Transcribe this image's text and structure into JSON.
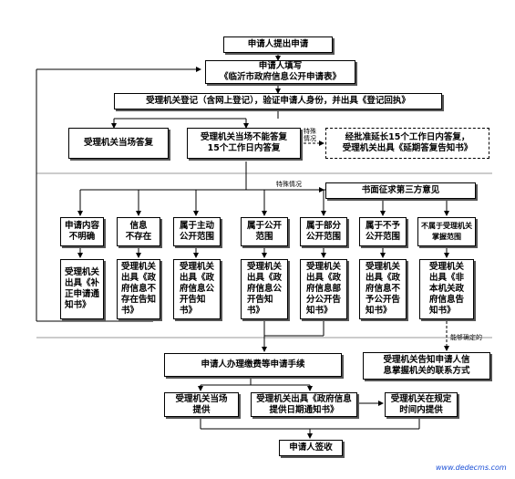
{
  "nodes": {
    "apply": "申请人提出申请",
    "fill": "申请人填写\n《临沂市政府信息公开申请表》",
    "register": "受理机关登记（含网上登记），验证申请人身份，并出具《登记回执》",
    "onsite": "受理机关当场答复",
    "cannot": "受理机关当场不能答复\n15个工作日内答复",
    "extend": "经批准延长15个工作日内答复，\n受理机关出具《延期答复告知书》",
    "third": "书面征求第三方意见",
    "c1": "申请内容\n不明确",
    "c2": "信息\n不存在",
    "c3": "属于主动\n公开范围",
    "c4": "属于公开\n范围",
    "c5": "属于部分\n公开范围",
    "c6": "属于不予\n公开范围",
    "c7": "不属于受理机关\n掌握范围",
    "d1": "受理机关\n出具《补\n正申请通\n知书》",
    "d2": "受理机关\n出具《政\n府信息不\n存在告知\n书》",
    "d3": "受理机关\n出具《政\n府信息公\n开告知\n书》",
    "d4": "受理机关\n出具《政\n府信息公\n开告知\n书》",
    "d5": "受理机关\n出具《政\n府信息部\n分公开告\n知书》",
    "d6": "受理机关\n出具《政\n府信息不\n予公开告\n知书》",
    "d7": "受理机关\n出具《非\n本机关政\n府信息告\n知书》",
    "fees": "申请人办理缴费等申请手续",
    "inform": "受理机关告知申请人信\n息掌握机关的联系方式",
    "provide_now": "受理机关当场\n提供",
    "notice_date": "受理机关出具《政府信息\n提供日期通知书》",
    "provide_later": "受理机关在规定\n时间内提供",
    "sign": "申请人签收"
  },
  "labels": {
    "special1": "特殊\n情况",
    "special2": "特殊情况",
    "able": "能够确定的"
  },
  "footer": "www.dedecms.com"
}
